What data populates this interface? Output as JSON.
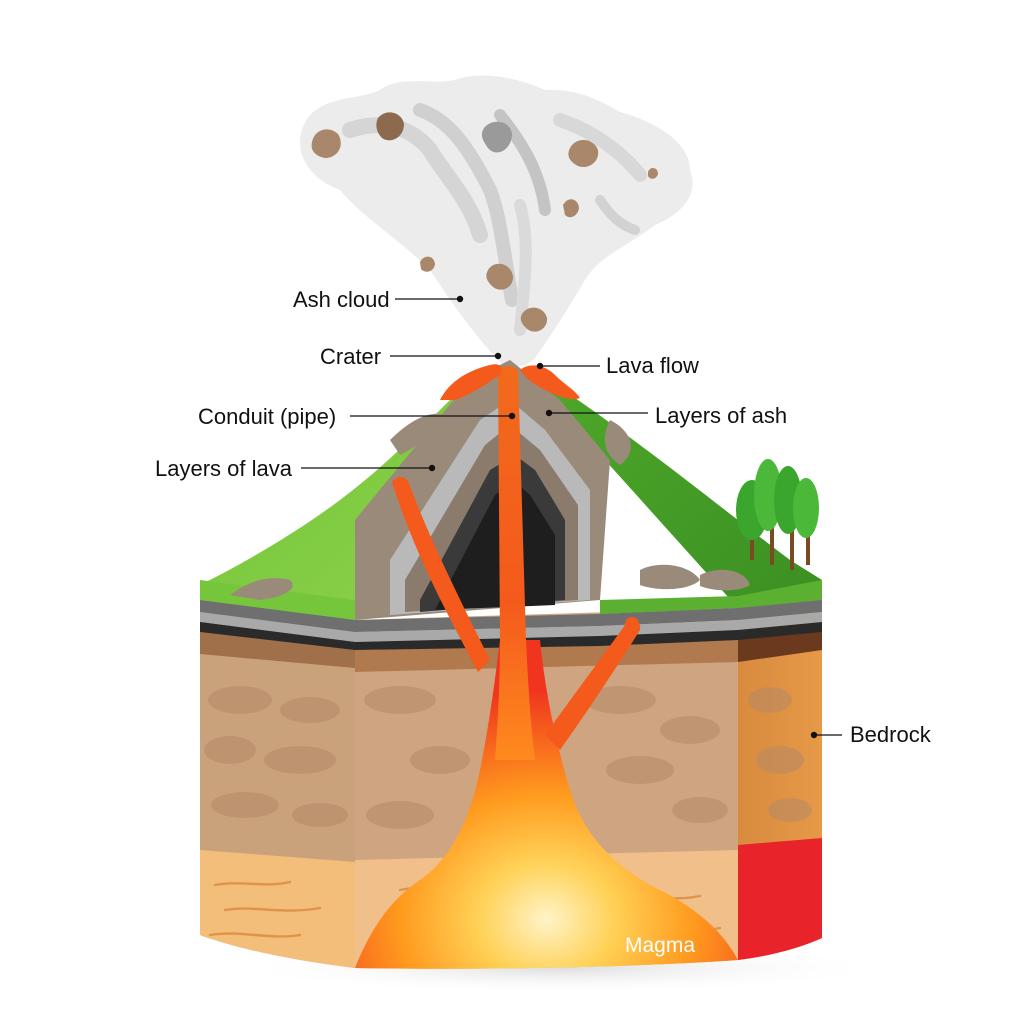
{
  "diagram": {
    "labels": {
      "ash_cloud": "Ash cloud",
      "crater": "Crater",
      "lava_flow": "Lava flow",
      "conduit": "Conduit (pipe)",
      "layers_of_ash": "Layers of ash",
      "layers_of_lava": "Layers of lava",
      "bedrock": "Bedrock",
      "magma": "Magma"
    },
    "colors": {
      "grass": "#5fb52c",
      "grass_light": "#8fd14a",
      "lava": "#f45a1c",
      "magma_core": "#ffe9a8",
      "ash_layer": "#9a8a7a",
      "lava_layer_gray": "#b9b9b9",
      "rock_tan": "#c9a27c",
      "rock_orange": "#e08a3c",
      "sand": "#f3bd7a",
      "red_base": "#e8232a",
      "cloud": "#e4e4e4",
      "tree": "#3aa62e"
    }
  }
}
